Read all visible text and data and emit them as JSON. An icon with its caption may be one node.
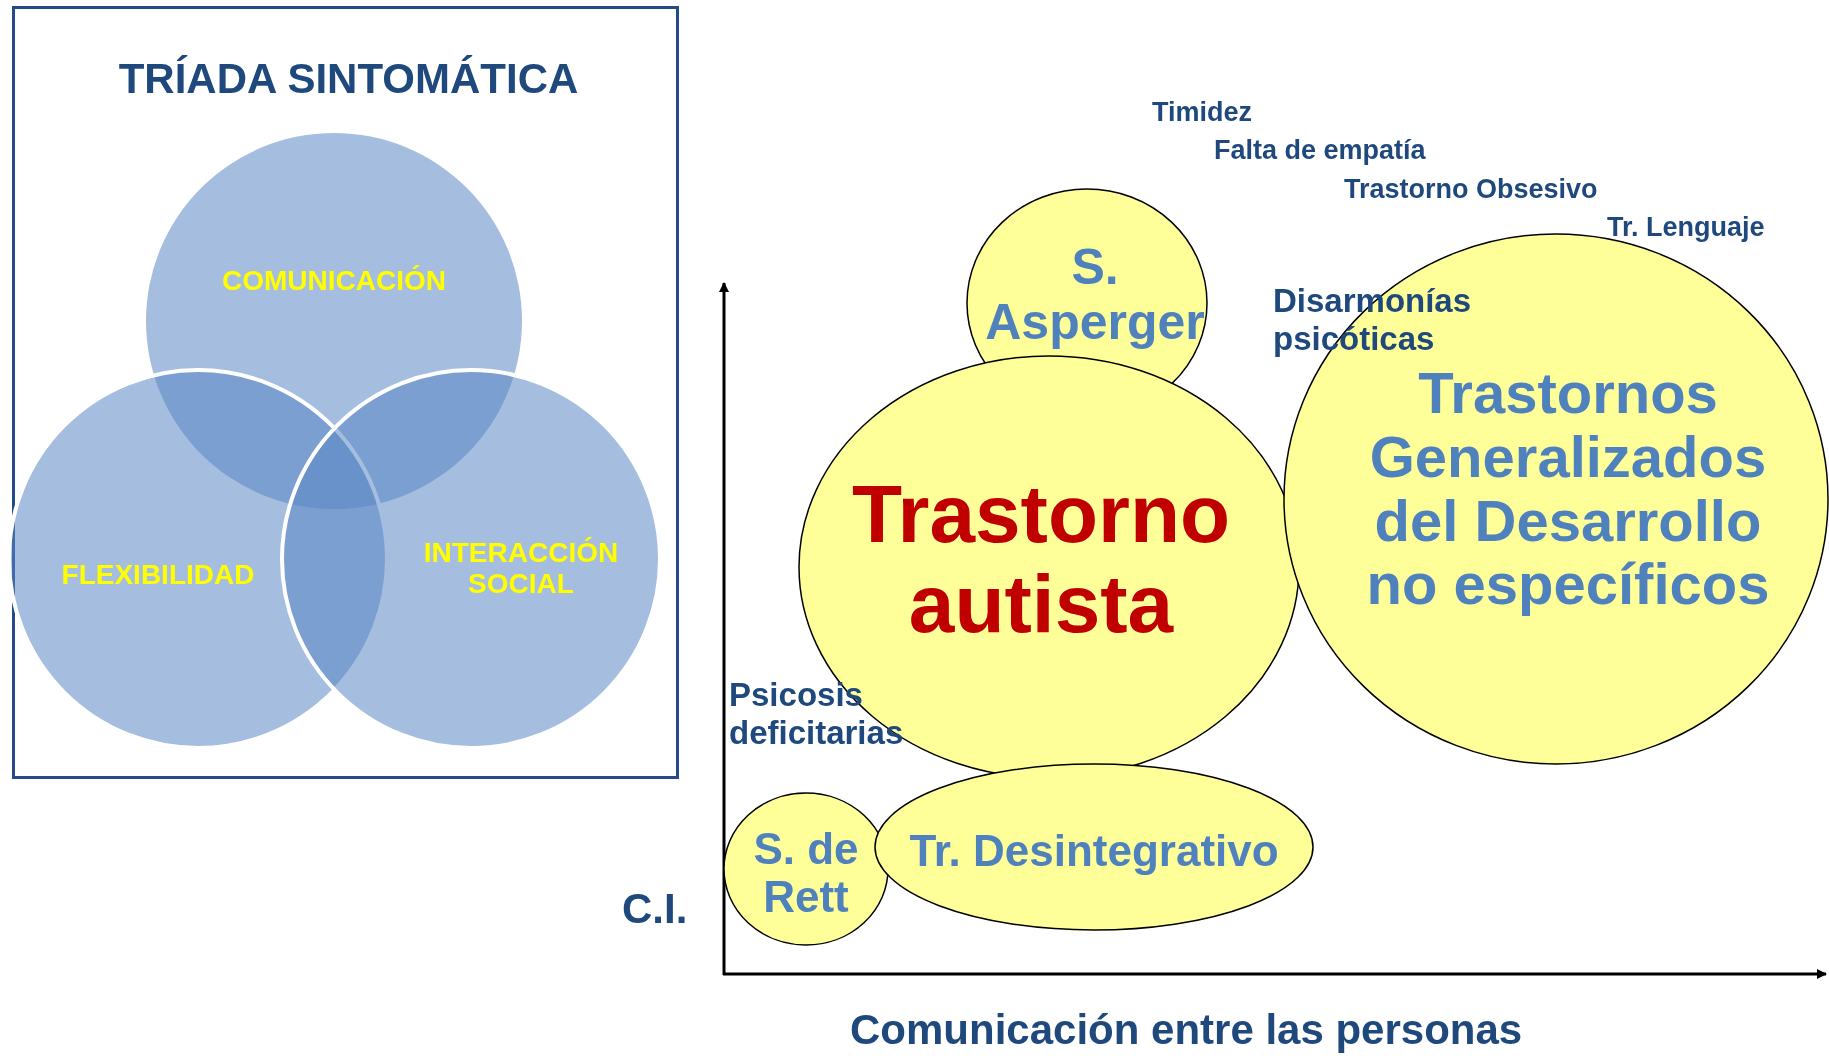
{
  "diagram": {
    "nodes": [
      {
        "text": [
          "TRÍADA SINTOMÁTICA"
        ]
      },
      {
        "text": [
          "COMUNICACIÓN"
        ],
        "in": 0
      },
      {
        "text": [
          "FLEXIBILIDAD"
        ],
        "in": 0
      },
      {
        "text": [
          "INTERACCIÓN SOCIAL"
        ],
        "in": 0
      },
      {
        "text": [
          "S. Asperger"
        ]
      },
      {
        "text": [
          "Trastorno autista"
        ]
      },
      {
        "text": [
          "Trastornos Generalizados del Desarrollo no específicos"
        ]
      },
      {
        "text": [
          "S. de Rett"
        ]
      },
      {
        "text": [
          "Tr. Desintegrativo"
        ]
      }
    ],
    "edges": [],
    "labels": [
      "Timidez",
      "Falta de empatía",
      "Trastorno Obsesivo",
      "Tr. Lenguaje",
      "Disarmonías psicóticas",
      "Psicosis deficitarias",
      "C.I.",
      "Comunicación entre las personas"
    ]
  }
}
